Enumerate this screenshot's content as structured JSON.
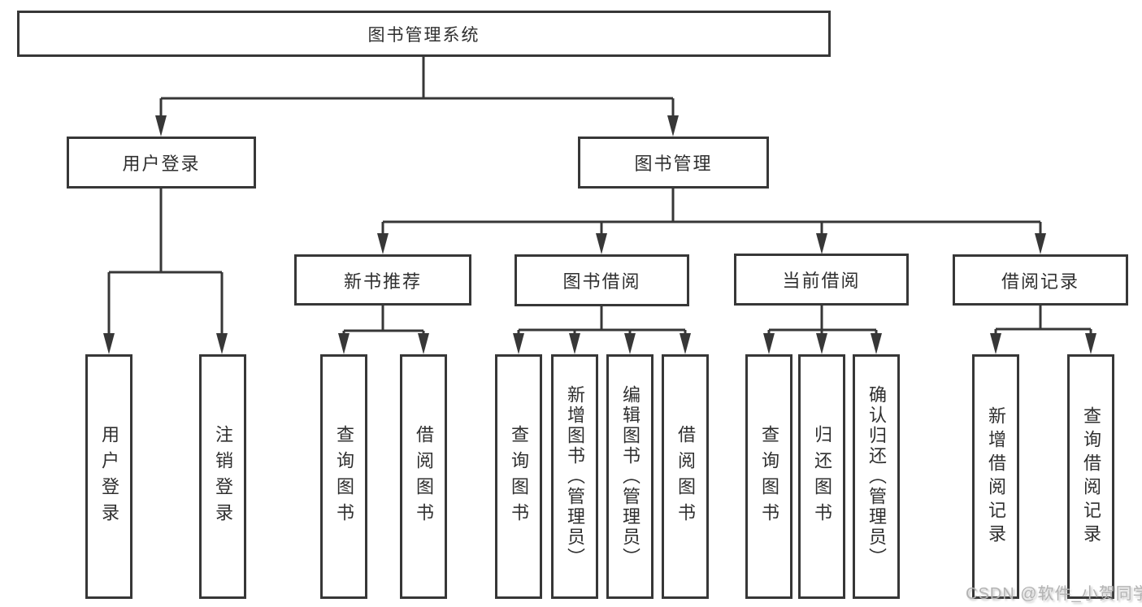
{
  "diagram": {
    "title": "图书管理系统",
    "root": {
      "label": "图书管理系统"
    },
    "level2": [
      {
        "label": "用户登录"
      },
      {
        "label": "图书管理"
      }
    ],
    "level3": [
      {
        "label": "新书推荐",
        "parent": "图书管理"
      },
      {
        "label": "图书借阅",
        "parent": "图书管理"
      },
      {
        "label": "当前借阅",
        "parent": "图书管理"
      },
      {
        "label": "借阅记录",
        "parent": "图书管理"
      }
    ],
    "leaves": [
      {
        "label": "用户登录",
        "parent": "用户登录"
      },
      {
        "label": "注销登录",
        "parent": "用户登录"
      },
      {
        "label": "查询图书",
        "parent": "新书推荐"
      },
      {
        "label": "借阅图书",
        "parent": "新书推荐"
      },
      {
        "label": "查询图书",
        "parent": "图书借阅"
      },
      {
        "label": "新增图书（管理员）",
        "parent": "图书借阅"
      },
      {
        "label": "编辑图书（管理员）",
        "parent": "图书借阅"
      },
      {
        "label": "借阅图书",
        "parent": "图书借阅"
      },
      {
        "label": "查询图书",
        "parent": "当前借阅"
      },
      {
        "label": "归还图书",
        "parent": "当前借阅"
      },
      {
        "label": "确认归还（管理员）",
        "parent": "当前借阅"
      },
      {
        "label": "新增借阅记录",
        "parent": "借阅记录"
      },
      {
        "label": "查询借阅记录",
        "parent": "借阅记录"
      }
    ]
  },
  "watermark": "CSDN @软件_小贺同学",
  "colors": {
    "line": "#373737",
    "box_border": "#373737",
    "text": "#2f2f2f",
    "watermark": "#b3b3b3",
    "background": "#ffffff"
  }
}
